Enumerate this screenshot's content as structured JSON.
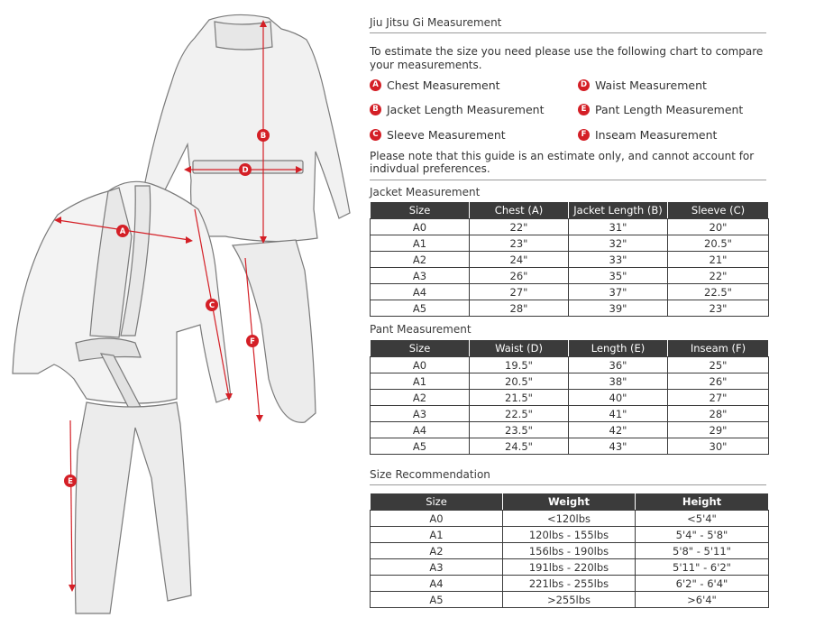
{
  "title": "Jiu Jitsu Gi Measurement",
  "intro": "To estimate the size you need please use the following chart to compare your measurements.",
  "legend": [
    {
      "letter": "A",
      "label": "Chest Measurement"
    },
    {
      "letter": "B",
      "label": "Jacket Length Measurement"
    },
    {
      "letter": "C",
      "label": "Sleeve Measurement"
    },
    {
      "letter": "D",
      "label": "Waist Measurement"
    },
    {
      "letter": "E",
      "label": "Pant Length Measurement"
    },
    {
      "letter": "F",
      "label": "Inseam Measurement"
    }
  ],
  "note": "Please note that this guide is an estimate only, and cannot account for indivdual preferences.",
  "jacket": {
    "title": "Jacket Measurement",
    "headers": [
      "Size",
      "Chest (A)",
      "Jacket Length (B)",
      "Sleeve (C)"
    ],
    "rows": [
      [
        "A0",
        "22\"",
        "31\"",
        "20\""
      ],
      [
        "A1",
        "23\"",
        "32\"",
        "20.5\""
      ],
      [
        "A2",
        "24\"",
        "33\"",
        "21\""
      ],
      [
        "A3",
        "26\"",
        "35\"",
        "22\""
      ],
      [
        "A4",
        "27\"",
        "37\"",
        "22.5\""
      ],
      [
        "A5",
        "28\"",
        "39\"",
        "23\""
      ]
    ]
  },
  "pant": {
    "title": "Pant Measurement",
    "headers": [
      "Size",
      "Waist (D)",
      "Length (E)",
      "Inseam (F)"
    ],
    "rows": [
      [
        "A0",
        "19.5\"",
        "36\"",
        "25\""
      ],
      [
        "A1",
        "20.5\"",
        "38\"",
        "26\""
      ],
      [
        "A2",
        "21.5\"",
        "40\"",
        "27\""
      ],
      [
        "A3",
        "22.5\"",
        "41\"",
        "28\""
      ],
      [
        "A4",
        "23.5\"",
        "42\"",
        "29\""
      ],
      [
        "A5",
        "24.5\"",
        "43\"",
        "30\""
      ]
    ]
  },
  "recommendation": {
    "title": "Size Recommendation",
    "headers": [
      "Size",
      "Weight",
      "Height"
    ],
    "rows": [
      [
        "A0",
        "<120lbs",
        "<5'4\""
      ],
      [
        "A1",
        "120lbs - 155lbs",
        "5'4\" - 5'8\""
      ],
      [
        "A2",
        "156lbs - 190lbs",
        "5'8\" - 5'11\""
      ],
      [
        "A3",
        "191lbs - 220lbs",
        "5'11\" - 6'2\""
      ],
      [
        "A4",
        "221lbs - 255lbs",
        "6'2\" - 6'4\""
      ],
      [
        "A5",
        ">255lbs",
        ">6'4\""
      ]
    ]
  },
  "diagram_markers": [
    "A",
    "B",
    "C",
    "D",
    "E",
    "F"
  ],
  "colors": {
    "accent": "#d41f26",
    "table_header": "#3b3b3b",
    "outline": "#7a7a7a",
    "fabric": "#f1f1f1"
  }
}
